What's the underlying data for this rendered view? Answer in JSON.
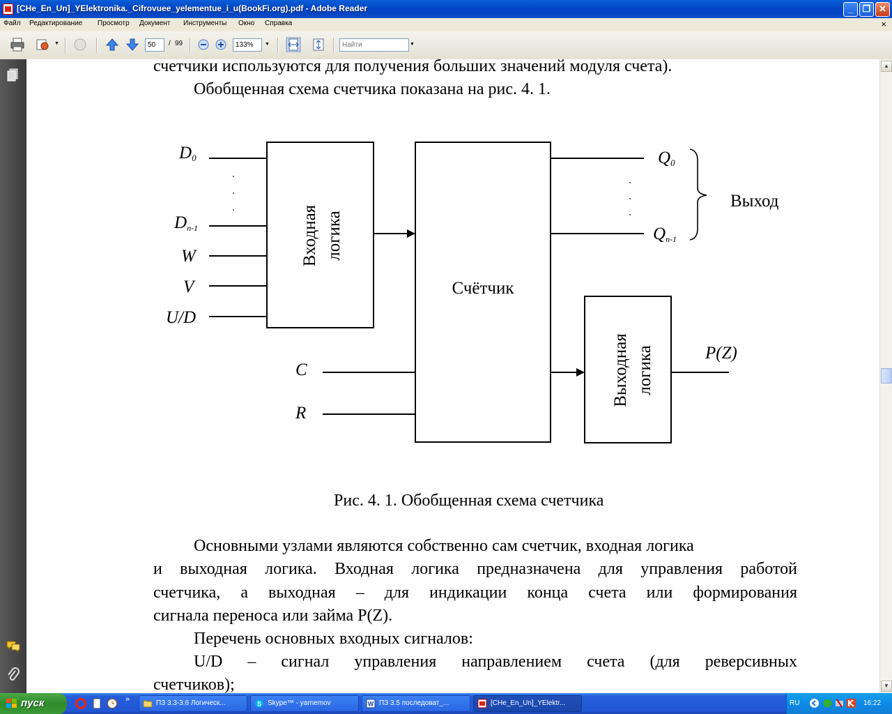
{
  "window": {
    "title": "[CHe_En_Un]_YElektronika._Cifrovuee_yelementue_i_u(BookFi.org).pdf - Adobe Reader"
  },
  "menu": [
    "Файл",
    "Редактирование",
    "Просмотр",
    "Документ",
    "Инструменты",
    "Окно",
    "Справка"
  ],
  "toolbar": {
    "page_current": "50",
    "page_separator": "/",
    "page_total": "99",
    "zoom": "133%",
    "search_placeholder": "Найти"
  },
  "document": {
    "lines_top": [
      "счетчики используются для получения больших значений модуля счета).",
      "Обобщенная схема счетчика показана на рис. 4. 1."
    ],
    "diagram": {
      "inputs": {
        "d0": "D",
        "d0_sub": "0",
        "dn": "D",
        "dn_sub": "n-1",
        "w": "W",
        "v": "V",
        "ud": "U/D",
        "c": "C",
        "r": "R"
      },
      "input_logic": [
        "Входная",
        "логика"
      ],
      "counter": "Счётчик",
      "output_logic": [
        "Выходная",
        "логика"
      ],
      "outputs": {
        "q0": "Q",
        "q0_sub": "0",
        "qn": "Q",
        "qn_sub": "n-1",
        "out_label": "Выход",
        "pz": "P(Z)"
      }
    },
    "caption": "Рис. 4. 1. Обобщенная схема счетчика",
    "body": [
      "Основными узлами являются собственно сам счетчик, входная логика",
      "и выходная логика. Входная логика предназначена для управления работой",
      "счетчика, а выходная – для индикации конца счета или формирования",
      "сигнала переноса или займа P(Z).",
      "Перечень основных входных сигналов:",
      "U/D – сигнал управления направлением счета (для реверсивных",
      "счетчиков);"
    ]
  },
  "taskbar": {
    "start": "пуск",
    "tasks": [
      "ПЗ 3.3-3.6 Логическ...",
      "Skype™ - yarnemov",
      "ПЗ 3.5 последоват_...",
      "[CHe_En_Un]_YElektr..."
    ],
    "lang": "RU",
    "clock": "16:22"
  },
  "colors": {
    "titlebar": "#0548c4",
    "taskbar": "#245edb",
    "start": "#3a9a36"
  }
}
